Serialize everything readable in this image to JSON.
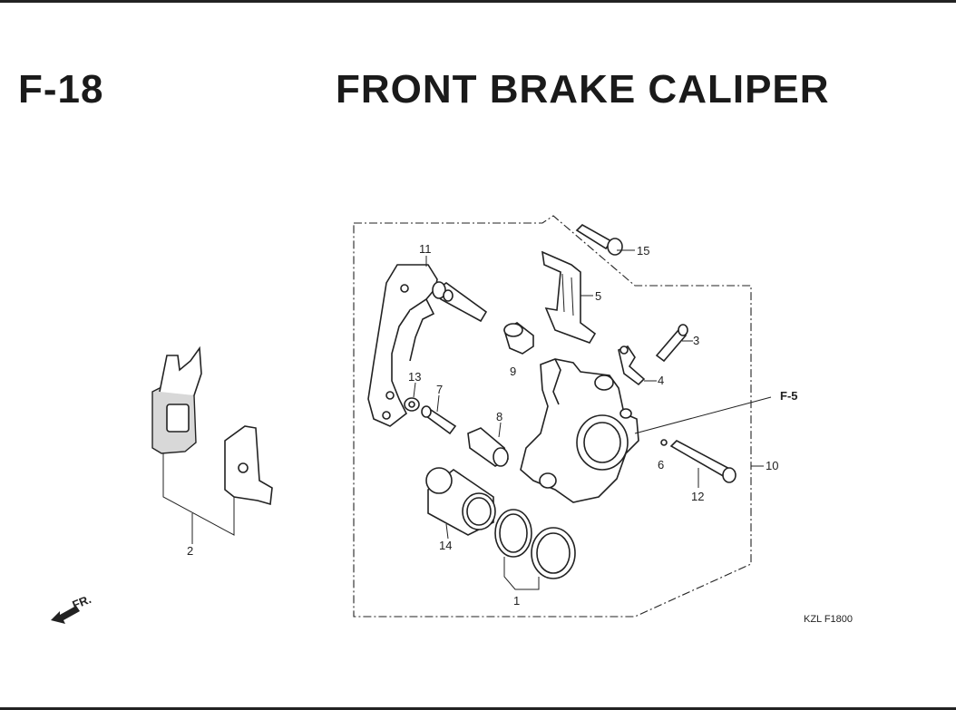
{
  "header": {
    "section_code": "F-18",
    "title": "FRONT BRAKE CALIPER"
  },
  "callouts": {
    "c1": "1",
    "c2": "2",
    "c3": "3",
    "c4": "4",
    "c5": "5",
    "c6": "6",
    "c7": "7",
    "c8": "8",
    "c9": "9",
    "c10": "10",
    "c11": "11",
    "c12": "12",
    "c13": "13",
    "c14": "14",
    "c15": "15"
  },
  "cross_reference": "F-5",
  "direction_marker": "FR.",
  "drawing_code": "KZL F1800"
}
